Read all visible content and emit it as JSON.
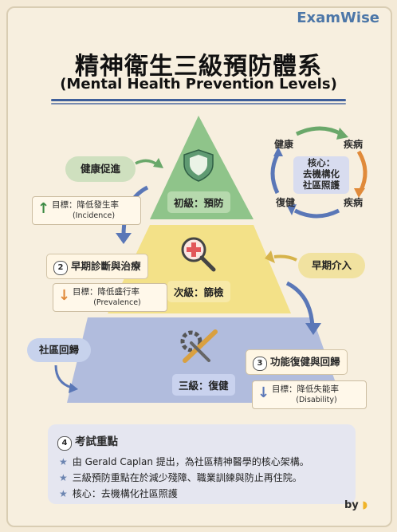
{
  "brand": "ExamWise",
  "title": "精神衛生三級預防體系",
  "subtitle": "(Mental Health Prevention Levels)",
  "levels": {
    "primary": {
      "label": "初級：預防",
      "cloud": "健康促進",
      "tag_line1": "目標：降低發生率",
      "tag_line2": "(Incidence)"
    },
    "secondary": {
      "label": "次級：篩檢",
      "num": "2",
      "heading": "早期診斷與治療",
      "cloud": "早期介入",
      "tag_line1": "目標：降低盛行率",
      "tag_line2": "(Prevalence)"
    },
    "tertiary": {
      "label": "三級：復健",
      "num": "3",
      "heading": "功能復健與回歸",
      "cloud": "社區回歸",
      "tag_line1": "目標：降低失能率",
      "tag_line2": "(Disability)"
    }
  },
  "cycle": {
    "health_top": "健康",
    "disease_top": "疾病",
    "recovery": "復健",
    "disease_bottom": "疾病",
    "core_line1": "核心：",
    "core_line2": "去機構化",
    "core_line3": "社區照護"
  },
  "key_points": {
    "num": "4",
    "heading": "考試重點",
    "items": [
      "由 Gerald Caplan 提出，為社區精神醫學的核心架構。",
      "三級預防重點在於減少殘障、職業訓練與防止再住院。",
      "核心：去機構化社區照護"
    ]
  },
  "byline": "by",
  "colors": {
    "background": "#f4ead7",
    "primary_tier": "#8fc48a",
    "secondary_tier": "#f2df83",
    "tertiary_tier": "#a9b6dd",
    "arrow_blue": "#5a77b7",
    "arrow_green": "#6aa86a",
    "arrow_orange": "#e08a3a"
  }
}
